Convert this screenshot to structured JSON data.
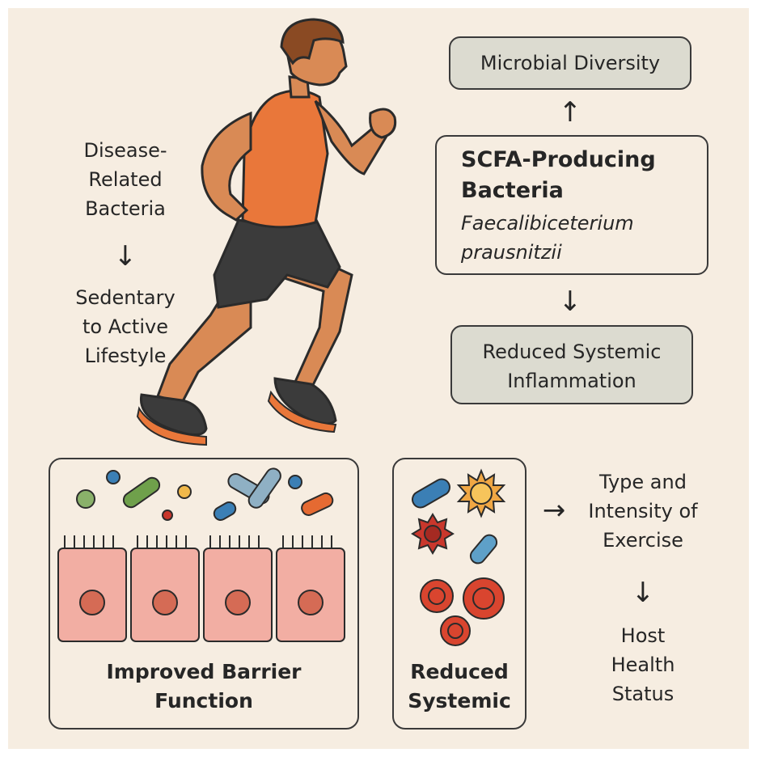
{
  "left_column": {
    "line1": "Disease-",
    "line2": "Related",
    "line3": "Bacteria",
    "arrow": "↓",
    "line4": "Sedentary",
    "line5": "to Active",
    "line6": "Lifestyle"
  },
  "microbial_diversity": "Microbial Diversity",
  "arrow_up": "↑",
  "scfa": {
    "title1": "SCFA-Producing",
    "title2": "Bacteria",
    "species1": "Faecalibiceterium",
    "species2": "prausnitzii"
  },
  "arrow_down1": "↓",
  "reduced_inflammation": {
    "line1": "Reduced Systemic",
    "line2": "Inflammation"
  },
  "barrier_panel": {
    "line1": "Improved Barrier",
    "line2": "Function"
  },
  "systemic_panel": {
    "line1": "Reduced",
    "line2": "Systemic"
  },
  "arrow_right": "→",
  "exercise": {
    "line1": "Type and",
    "line2": "Intensity of",
    "line3": "Exercise"
  },
  "arrow_down2": "↓",
  "host": {
    "line1": "Host",
    "line2": "Health",
    "line3": "Status"
  },
  "colors": {
    "background": "#f6ede1",
    "box_gray": "#dcdbd0",
    "shirt_orange": "#e9773a",
    "skin": "#d98a55",
    "shorts": "#3b3b3b",
    "cell_pink": "#f2aea3",
    "red_cell": "#d9452f"
  }
}
